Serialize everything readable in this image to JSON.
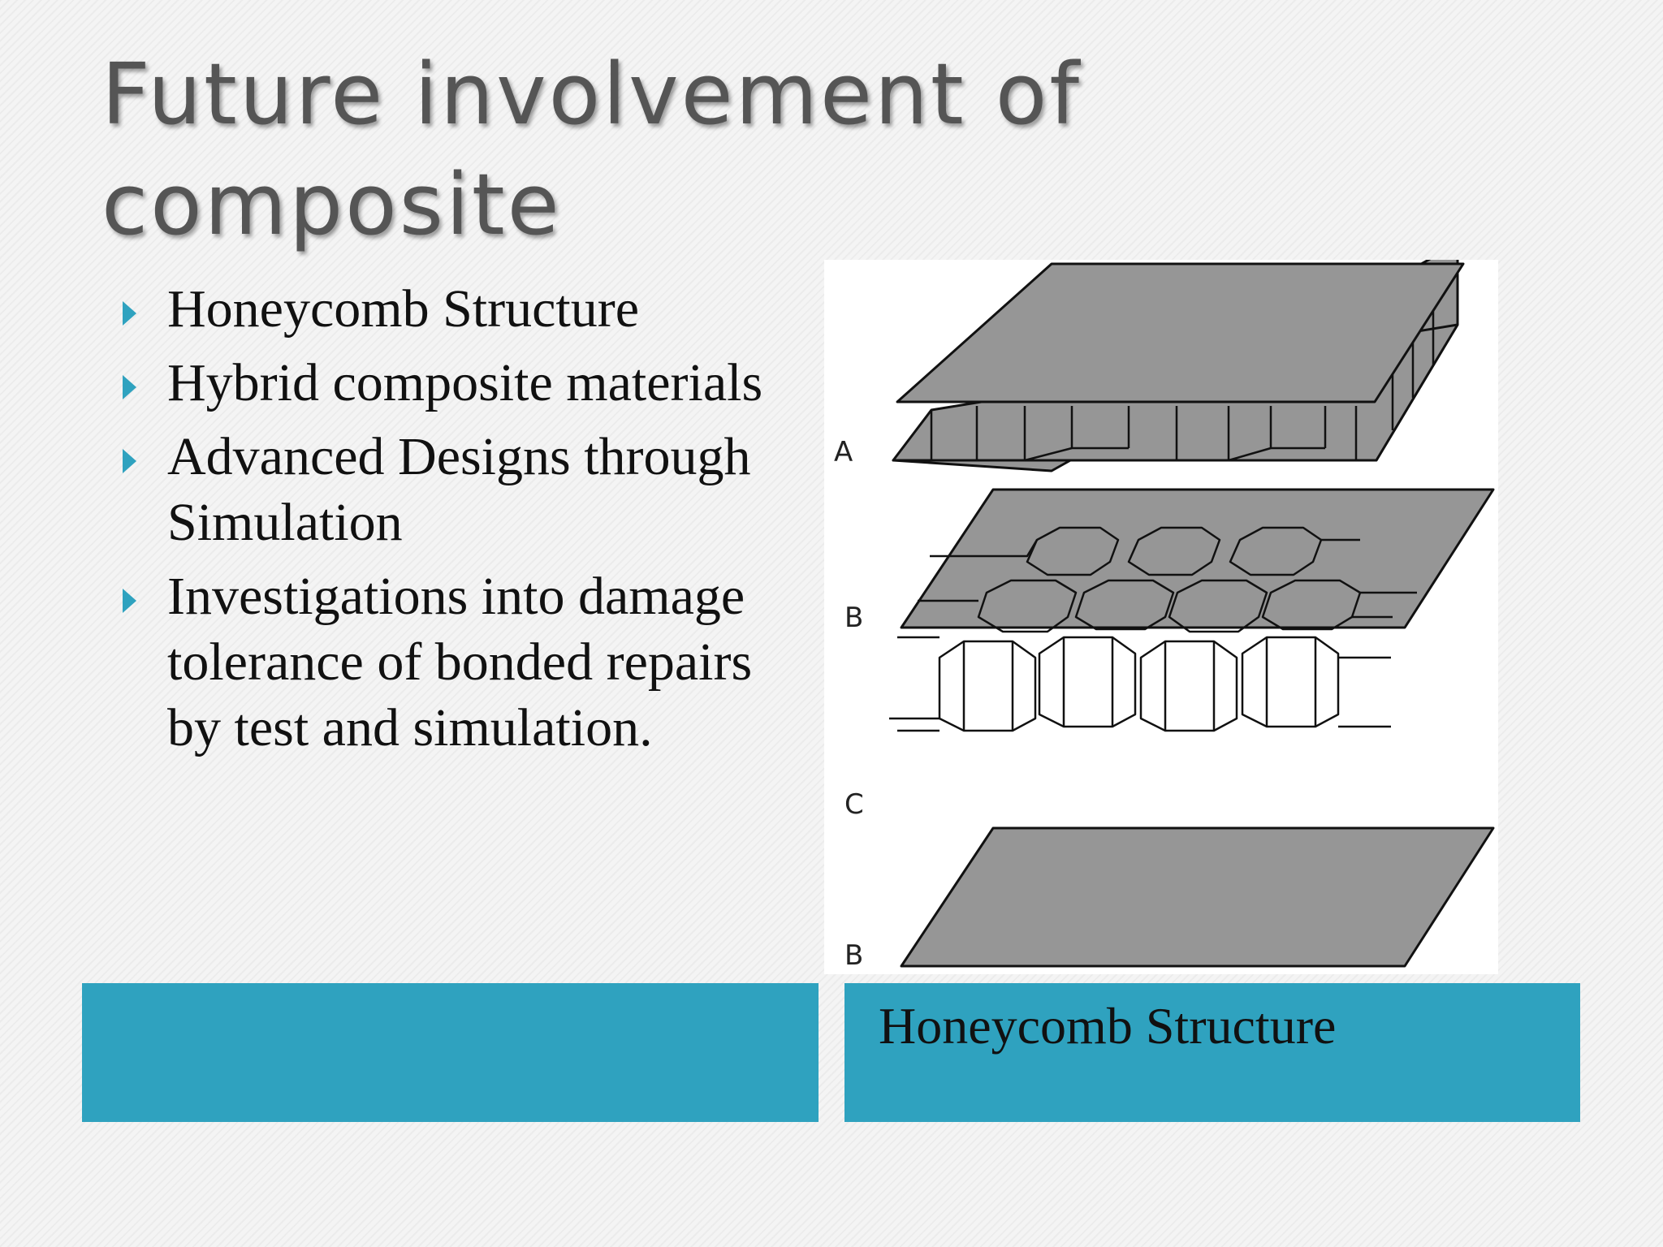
{
  "slide": {
    "title": "Future involvement of composite"
  },
  "bullets": [
    "Honeycomb Structure",
    "Hybrid composite materials",
    "Advanced Designs through Simulation",
    "Investigations into damage tolerance of bonded repairs by test and simulation."
  ],
  "figure": {
    "labels": {
      "a": "A",
      "b_top": "B",
      "c": "C",
      "b_bottom": "B"
    },
    "caption": "Honeycomb Structure"
  },
  "colors": {
    "accent": "#2fa2bf",
    "plate": "#969696",
    "title": "#555555"
  }
}
